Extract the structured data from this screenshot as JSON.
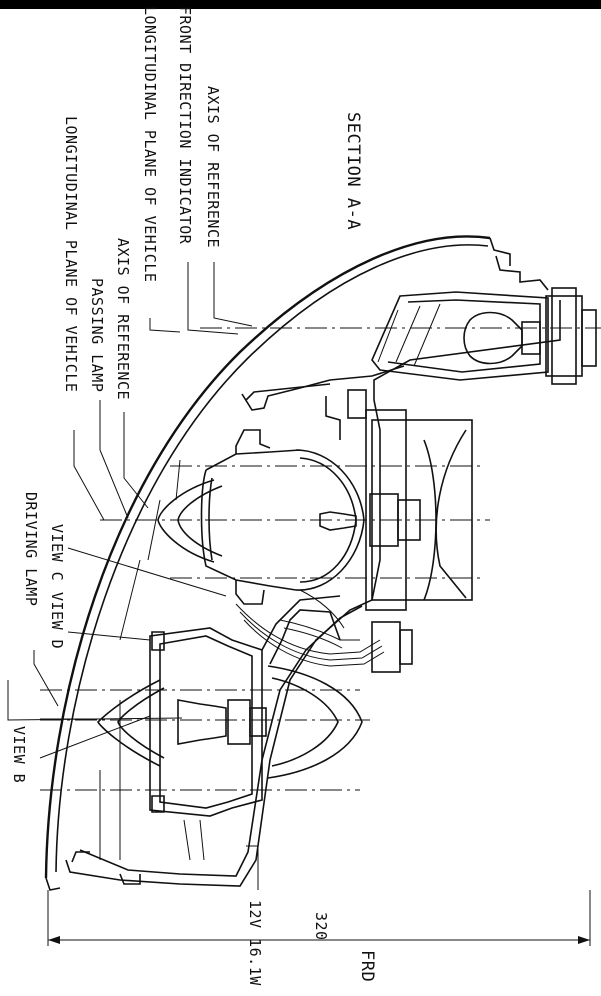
{
  "section_title": "SECTION  A-A",
  "labels": {
    "axis_ref_front": "AXIS OF REFERENCE",
    "front_dir_indicator": "FRONT DIRECTION INDICATOR",
    "long_plane_1": "LONGITUDINAL PLANE OF VEHICLE",
    "axis_ref_passing": "AXIS OF REFERENCE",
    "passing_lamp": "PASSING LAMP",
    "long_plane_2": "LONGITUDINAL PLANE OF VEHICLE",
    "view_c": "VIEW C",
    "view_d": "VIEW D",
    "driving_lamp": "DRIVING LAMP",
    "view_b": "VIEW B",
    "bulb_spec": "12V 16.1W",
    "dimension": "320",
    "frd": "FRD"
  }
}
